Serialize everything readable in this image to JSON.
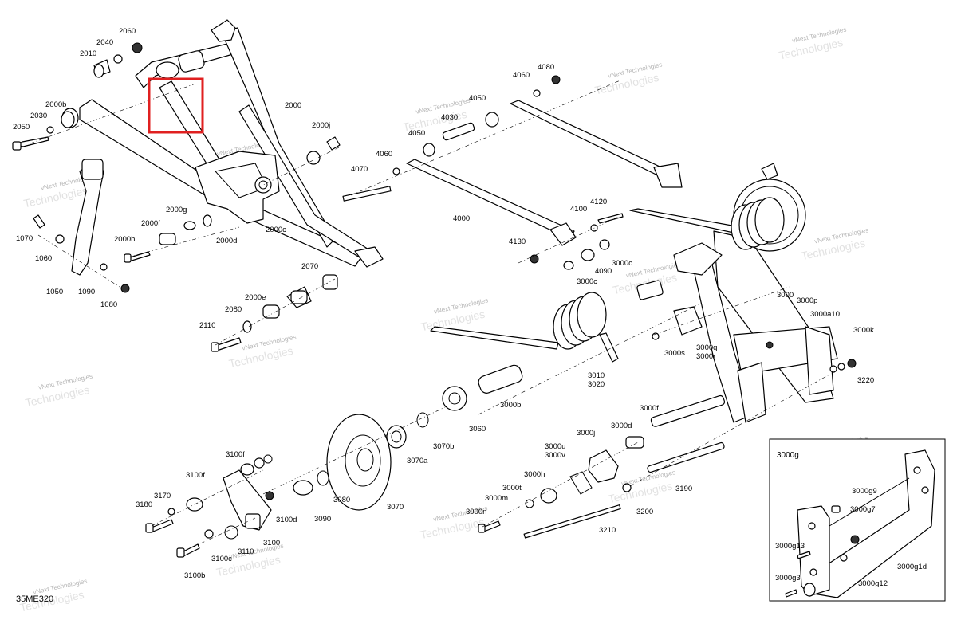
{
  "diagram": {
    "code": "35ME320",
    "watermark": "vNext Technologies",
    "watermark_big": "Technologies",
    "highlight_color": "#e02020",
    "inset": {
      "title": "3000g"
    },
    "labels": {
      "2060": "2060",
      "2040": "2040",
      "2010": "2010",
      "2000b_a": "2000b",
      "2030": "2030",
      "2050": "2050",
      "2000": "2000",
      "2000j": "2000j",
      "2000g": "2000g",
      "2000f": "2000f",
      "2000h": "2000h",
      "2000d": "2000d",
      "2000c": "2000c",
      "1070": "1070",
      "1060": "1060",
      "1050": "1050",
      "1090": "1090",
      "1080": "1080",
      "2070": "2070",
      "2000e": "2000e",
      "2080": "2080",
      "2110": "2110",
      "4060_a": "4060",
      "4080": "4080",
      "4050_a": "4050",
      "4030": "4030",
      "4050_b": "4050",
      "4060_b": "4060",
      "4070": "4070",
      "4000": "4000",
      "4120": "4120",
      "4100": "4100",
      "4130": "4130",
      "4090": "4090",
      "3000c_a": "3000c",
      "3000c_b": "3000c",
      "3000": "3000",
      "3000p": "3000p",
      "3000a10": "3000a10",
      "3000k": "3000k",
      "3000s": "3000s",
      "3000q": "3000q",
      "3000r": "3000r",
      "3220": "3220",
      "3010": "3010",
      "3020": "3020",
      "3000b": "3000b",
      "3060": "3060",
      "3070b": "3070b",
      "3070a": "3070a",
      "3070": "3070",
      "3080": "3080",
      "3090": "3090",
      "3100f_a": "3100f",
      "3100f_b": "3100f",
      "3170": "3170",
      "3180": "3180",
      "3100d": "3100d",
      "3100": "3100",
      "3110": "3110",
      "3100c": "3100c",
      "3100b": "3100b",
      "3000f": "3000f",
      "3000d": "3000d",
      "3000j": "3000j",
      "3000u": "3000u",
      "3000v": "3000v",
      "3000h": "3000h",
      "3000t": "3000t",
      "3000m": "3000m",
      "3000n": "3000n",
      "3200": "3200",
      "3190": "3190",
      "3210": "3210",
      "3000g9": "3000g9",
      "3000g7": "3000g7",
      "3000g13": "3000g13",
      "3000g1d": "3000g1d",
      "3000g3": "3000g3",
      "3000g12": "3000g12"
    }
  }
}
